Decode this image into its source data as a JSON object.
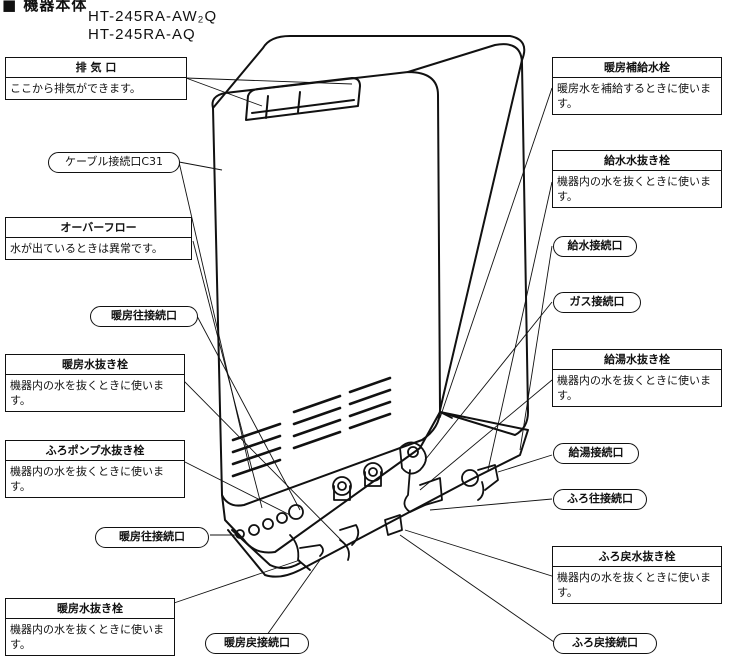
{
  "header": {
    "title": "■ 機器本体",
    "models": [
      "HT-245RA-AW₂Q",
      "HT-245RA-AQ"
    ]
  },
  "callouts_left": {
    "exhaust": {
      "title": "排 気 口",
      "desc": "ここから排気ができます。"
    },
    "cable": {
      "label": "ケーブル接続口C31"
    },
    "overflow": {
      "title": "オーバーフロー",
      "desc": "水が出ているときは異常です。"
    },
    "heat_outlet_top": {
      "label": "暖房往接続口"
    },
    "heat_drain": {
      "title": "暖房水抜き栓",
      "desc": "機器内の水を抜くときに使います。"
    },
    "pump_drain": {
      "title": "ふろポンプ水抜き栓",
      "desc": "機器内の水を抜くときに使います。"
    },
    "heat_outlet_bottom": {
      "label": "暖房往接続口"
    },
    "heat_drain_bottom": {
      "title": "暖房水抜き栓",
      "desc": "機器内の水を抜くときに使います。"
    },
    "heat_return": {
      "label": "暖房戻接続口"
    }
  },
  "callouts_right": {
    "heat_supply": {
      "title": "暖房補給水栓",
      "desc": "暖房水を補給するときに使います。"
    },
    "water_drain": {
      "title": "給水水抜き栓",
      "desc": "機器内の水を抜くときに使います。"
    },
    "water_inlet": {
      "label": "給水接続口"
    },
    "gas_inlet": {
      "label": "ガス接続口"
    },
    "hot_drain": {
      "title": "給湯水抜き栓",
      "desc": "機器内の水を抜くときに使います。"
    },
    "hot_outlet": {
      "label": "給湯接続口"
    },
    "bath_outlet": {
      "label": "ふろ往接続口"
    },
    "bath_drain": {
      "title": "ふろ戻水抜き栓",
      "desc": "機器内の水を抜くときに使います。"
    },
    "bath_return": {
      "label": "ふろ戻接続口"
    }
  }
}
